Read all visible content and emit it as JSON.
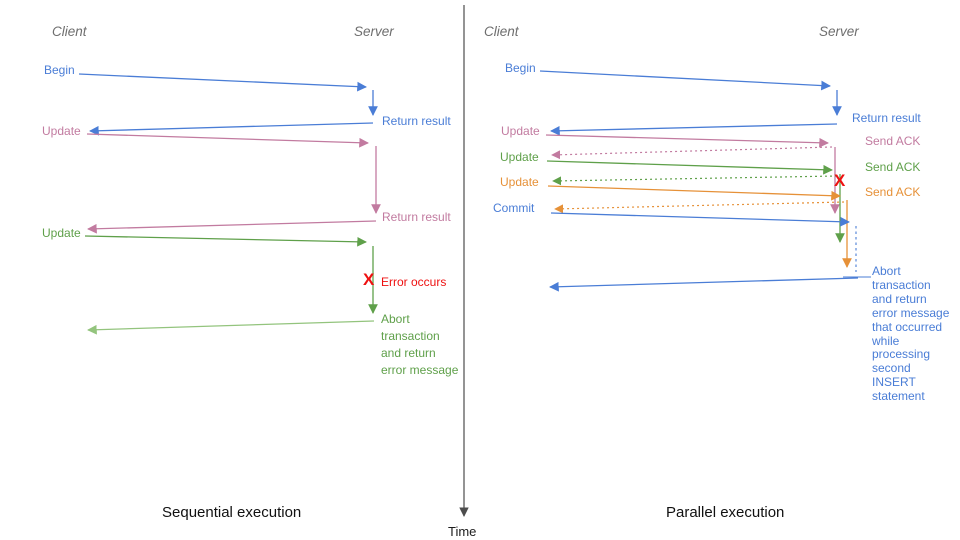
{
  "diagram_title": "Client-Server transaction message sequence: sequential vs parallel execution",
  "colors": {
    "blue": "#4a7dd6",
    "pink": "#c27ba0",
    "green": "#5fa04a",
    "light_green": "#76b45e",
    "orange": "#e69138",
    "red": "#ee1111",
    "header_gray": "#6e6e6e",
    "axis_gray": "#4d4d4d",
    "caption_black": "#111111"
  },
  "time_axis": {
    "label": "Time"
  },
  "sequential": {
    "caption": "Sequential execution",
    "client_header": "Client",
    "server_header": "Server",
    "labels": {
      "begin": "Begin",
      "return1": "Return result",
      "update1": "Update",
      "return2": "Return result",
      "update2": "Update",
      "error_x": "X",
      "error": "Error occurs",
      "abort": "Abort\ntransaction\nand return\nerror message"
    }
  },
  "parallel": {
    "caption": "Parallel execution",
    "client_header": "Client",
    "server_header": "Server",
    "labels": {
      "begin": "Begin",
      "return1": "Return result",
      "update1": "Update",
      "ack1": "Send ACK",
      "update2": "Update",
      "ack2": "Send ACK",
      "update3": "Update",
      "ack3": "Send ACK",
      "commit": "Commit",
      "error_x": "X",
      "abort": "Abort\ntransaction\nand return\nerror message\nthat occurred\nwhile\nprocessing\nsecond\nINSERT\nstatement"
    }
  }
}
